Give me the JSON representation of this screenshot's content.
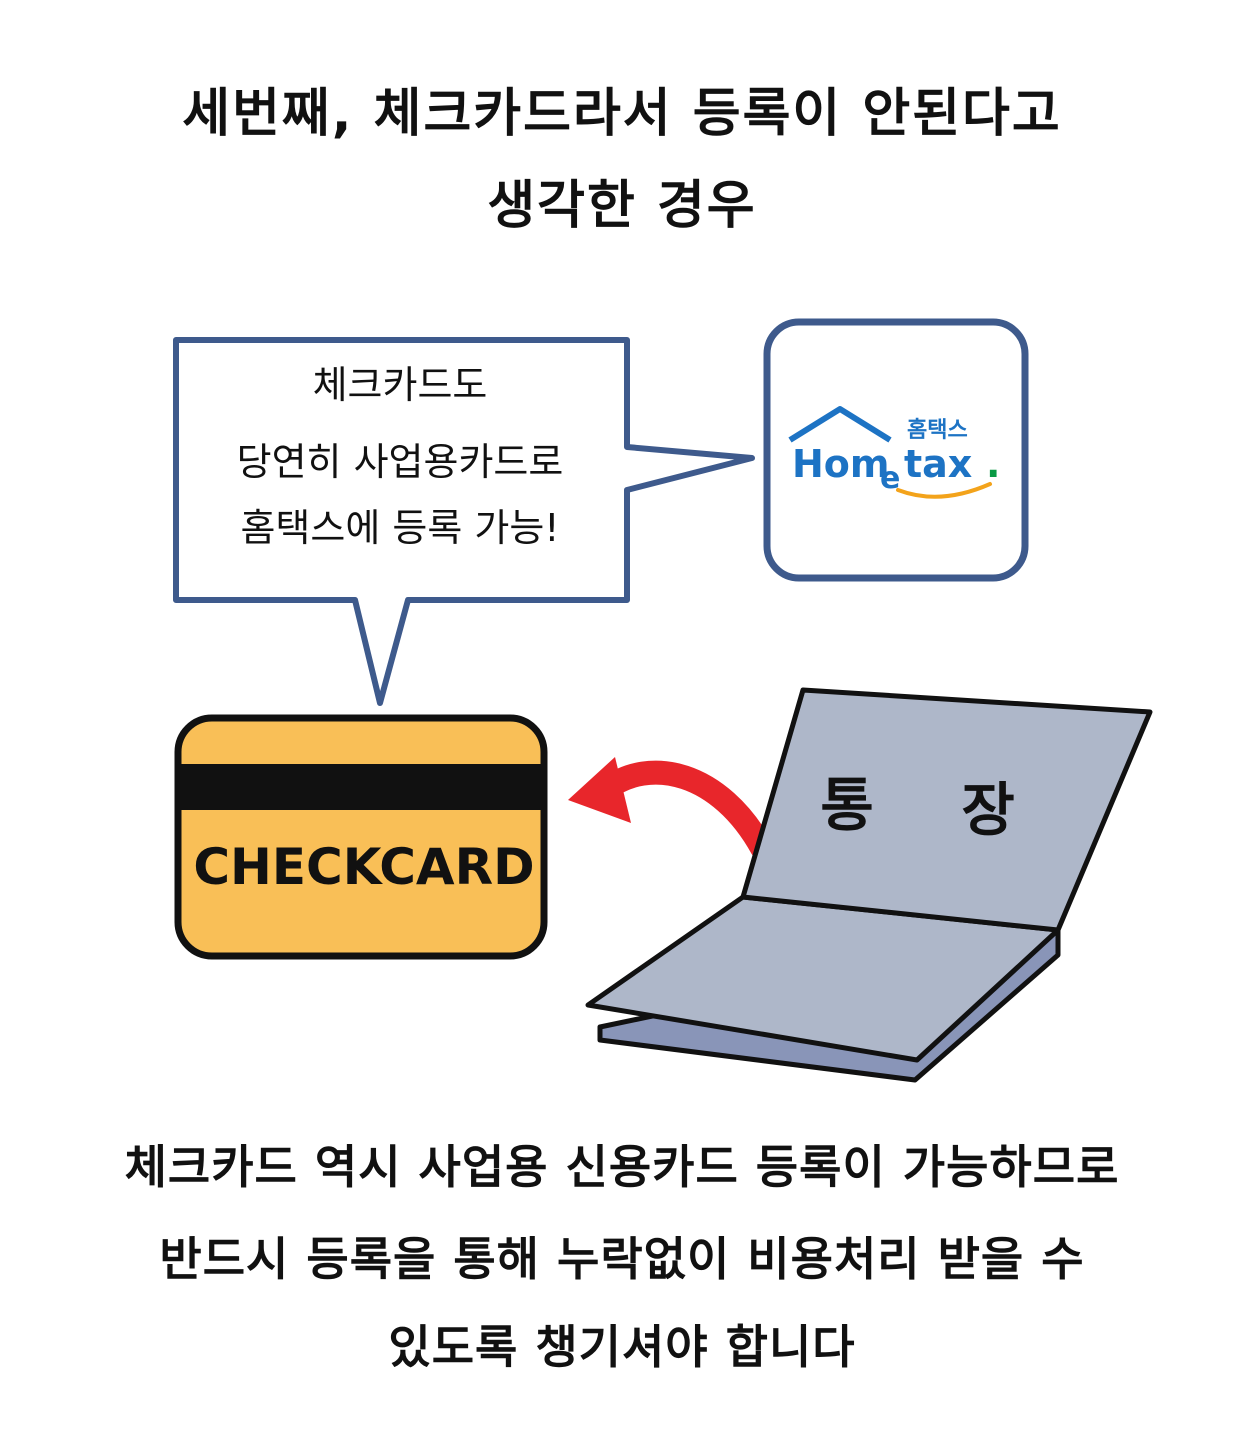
{
  "title": {
    "line1": "세번째, 체크카드라서 등록이 안된다고",
    "line2": "생각한 경우"
  },
  "speech_bubble": {
    "line1": "체크카드도",
    "line2": "당연히 사업용카드로",
    "line3": "홈택스에 등록 가능!"
  },
  "hometax_logo": {
    "korean": "홈택스",
    "english_left": "Hom",
    "english_e": "e",
    "english_right": "tax",
    "english_dot": "."
  },
  "card": {
    "label": "CHECKCARD"
  },
  "bankbook": {
    "char1": "통",
    "char2": "장"
  },
  "bottom": {
    "line1": "체크카드 역시 사업용 신용카드 등록이 가능하므로",
    "line2": "반드시 등록을 통해 누락없이 비용처리 받을 수",
    "line3": "있도록 챙기셔야 합니다"
  },
  "colors": {
    "blue_outline": "#3e5a8c",
    "card_fill": "#f9bf57",
    "bankbook_fill": "#aeb7c9",
    "arrow_red": "#e8262b",
    "logo_blue": "#1d73c4",
    "logo_green": "#0a9a45",
    "logo_orange": "#f3a31b"
  }
}
